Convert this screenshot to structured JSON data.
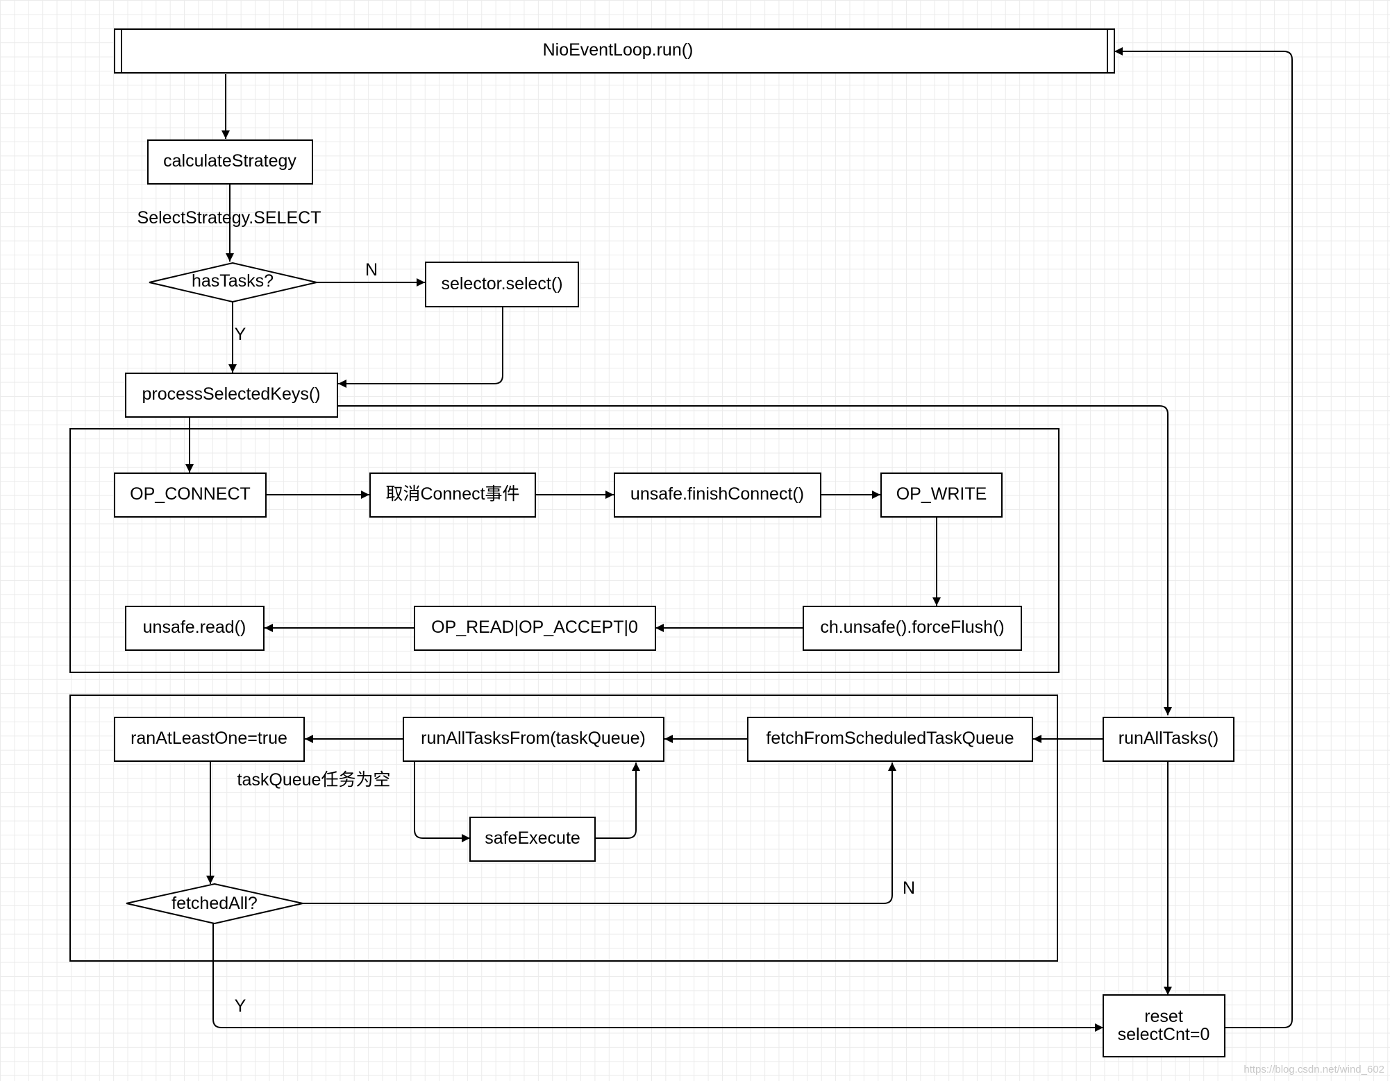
{
  "nodes": {
    "run": "NioEventLoop.run()",
    "calculate_strategy": "calculateStrategy",
    "has_tasks": "hasTasks?",
    "selector_select": "selector.select()",
    "process_selected_keys": "processSelectedKeys()",
    "op_connect": "OP_CONNECT",
    "cancel_connect": "取消Connect事件",
    "finish_connect": "unsafe.finishConnect()",
    "op_write": "OP_WRITE",
    "force_flush": "ch.unsafe().forceFlush()",
    "op_read_accept": "OP_READ|OP_ACCEPT|0",
    "unsafe_read": "unsafe.read()",
    "ran_at_least_one": "ranAtLeastOne=true",
    "run_all_tasks_from": "runAllTasksFrom(taskQueue)",
    "fetch_scheduled": "fetchFromScheduledTaskQueue",
    "run_all_tasks": "runAllTasks()",
    "safe_execute": "safeExecute",
    "fetched_all": "fetchedAll?",
    "reset_line1": "reset",
    "reset_line2": "selectCnt=0"
  },
  "edge_labels": {
    "select_strategy": "SelectStrategy.SELECT",
    "has_tasks_no": "N",
    "has_tasks_yes": "Y",
    "task_queue_empty": "taskQueue任务为空",
    "fetched_all_no": "N",
    "fetched_all_yes": "Y"
  },
  "watermark": "https://blog.csdn.net/wind_602"
}
